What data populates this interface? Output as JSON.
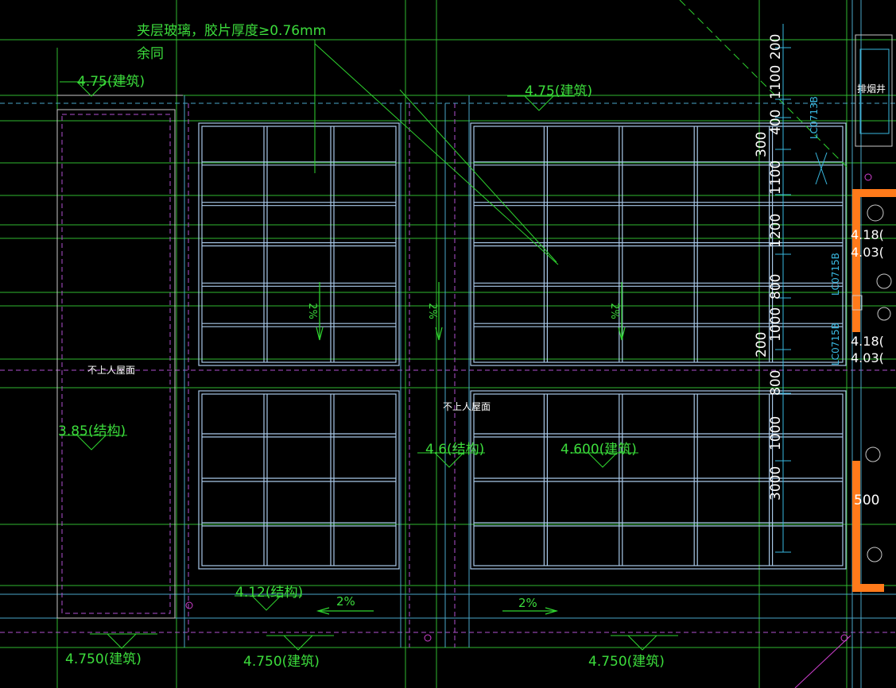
{
  "annotations": {
    "glass_note_line1": "夹层玻璃，胶片厚度≥0.76mm",
    "glass_note_line2": "余同",
    "elev_top_left": "4.75(建筑)",
    "elev_top_mid": "4.75(建筑)",
    "roof_left": "不上人屋面",
    "roof_center": "不上人屋面",
    "elev_left_struct": "3.85(结构)",
    "elev_center_struct": "4.6(结构)",
    "elev_center_arch": "4.600(建筑)",
    "elev_bottom_struct": "4.12(结构)",
    "elev_bottom_1": "4.750(建筑)",
    "elev_bottom_2": "4.750(建筑)",
    "elev_bottom_3": "4.750(建筑)",
    "slope_1": "2%",
    "slope_2": "2%",
    "slope_3": "2%",
    "slope_bottom_1": "2%",
    "slope_bottom_2": "2%"
  },
  "dimensions": [
    "200",
    "1100",
    "400",
    "300",
    "1100",
    "1200",
    "800",
    "1000",
    "200",
    "800",
    "1000",
    "3000"
  ],
  "right_labels": {
    "shaft": "排烟井",
    "r1": "4.18(",
    "r2": "4.03(",
    "r3": "4.18(",
    "r4": "4.03(",
    "r5": "500",
    "door1": "LC0713B",
    "door2": "LC0715B",
    "door3": "LC0715B"
  }
}
